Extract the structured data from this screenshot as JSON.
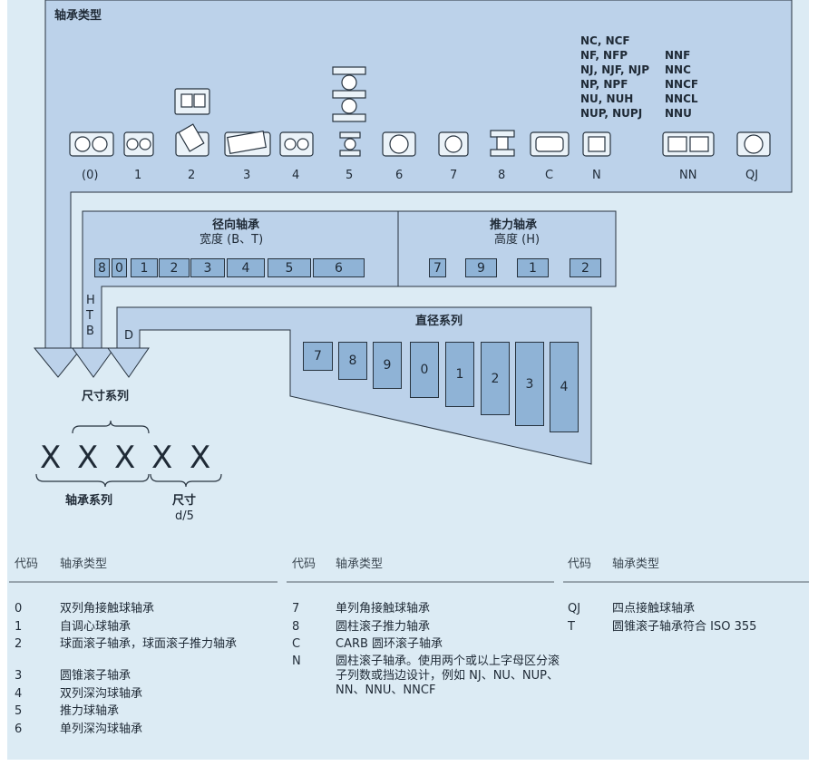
{
  "section_titles": {
    "bearing_type": "轴承类型",
    "dimension_series": "尺寸系列",
    "diameter_series": "直径系列",
    "bearing_series": "轴承系列",
    "size": "尺寸",
    "size_sub": "d/5"
  },
  "type_labels": [
    "(0)",
    "1",
    "2",
    "3",
    "4",
    "5",
    "6",
    "7",
    "8",
    "C",
    "N",
    "NN",
    "QJ"
  ],
  "n_variants": [
    "NC, NCF",
    "NF, NFP",
    "NJ, NJF, NJP",
    "NP, NPF",
    "NU, NUH",
    "NUP, NUPJ"
  ],
  "nn_variants": [
    "NNF",
    "NNC",
    "NNCF",
    "NNCL",
    "NNU"
  ],
  "radial": {
    "title": "径向轴承",
    "subtitle": "宽度 (B、T)",
    "codes": [
      "8",
      "0",
      "1",
      "2",
      "3",
      "4",
      "5",
      "6"
    ]
  },
  "thrust": {
    "title": "推力轴承",
    "subtitle": "高度 (H)",
    "codes": [
      "7",
      "9",
      "1",
      "2"
    ]
  },
  "htb_letters": [
    "H",
    "T",
    "B"
  ],
  "d_letter": "D",
  "diameter_codes": [
    "7",
    "8",
    "9",
    "0",
    "1",
    "2",
    "3",
    "4"
  ],
  "designation_chars": [
    "X",
    "X",
    "X",
    "X",
    "X"
  ],
  "table": {
    "header_code": "代码",
    "header_type": "轴承类型",
    "col1": [
      {
        "code": "0",
        "desc": "双列角接触球轴承"
      },
      {
        "code": "1",
        "desc": "自调心球轴承"
      },
      {
        "code": "2",
        "desc": "球面滚子轴承，球面滚子推力轴承"
      },
      {
        "code": "3",
        "desc": "圆锥滚子轴承"
      },
      {
        "code": "4",
        "desc": "双列深沟球轴承"
      },
      {
        "code": "5",
        "desc": "推力球轴承"
      },
      {
        "code": "6",
        "desc": "单列深沟球轴承"
      }
    ],
    "col2": [
      {
        "code": "7",
        "desc": "单列角接触球轴承"
      },
      {
        "code": "8",
        "desc": "圆柱滚子推力轴承"
      },
      {
        "code": "C",
        "desc": "CARB 圆环滚子轴承"
      },
      {
        "code": "N",
        "desc": "圆柱滚子轴承。使用两个或以上字母区分滚子列数或挡边设计，例如 NJ、NU、NUP、NN、NNU、NNCF"
      }
    ],
    "col3": [
      {
        "code": "QJ",
        "desc": "四点接触球轴承"
      },
      {
        "code": "T",
        "desc": "圆锥滚子轴承符合 ISO 355"
      }
    ]
  },
  "colors": {
    "panel": "#dcebf4",
    "box": "#bcd2ea",
    "cell": "#8fb3d6",
    "border": "#27333f"
  }
}
